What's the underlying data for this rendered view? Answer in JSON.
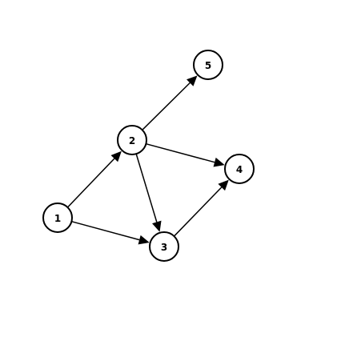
{
  "graph": {
    "type": "directed-graph",
    "nodes": [
      {
        "id": "n1",
        "label": "1"
      },
      {
        "id": "n2",
        "label": "2"
      },
      {
        "id": "n3",
        "label": "3"
      },
      {
        "id": "n4",
        "label": "4"
      },
      {
        "id": "n5",
        "label": "5"
      }
    ],
    "edges": [
      {
        "from": "n1",
        "to": "n2"
      },
      {
        "from": "n1",
        "to": "n3"
      },
      {
        "from": "n2",
        "to": "n3"
      },
      {
        "from": "n2",
        "to": "n4"
      },
      {
        "from": "n2",
        "to": "n5"
      },
      {
        "from": "n3",
        "to": "n4"
      }
    ]
  },
  "colors": {
    "stroke": "#000000",
    "node_fill": "#ffffff",
    "background": "#ffffff"
  }
}
